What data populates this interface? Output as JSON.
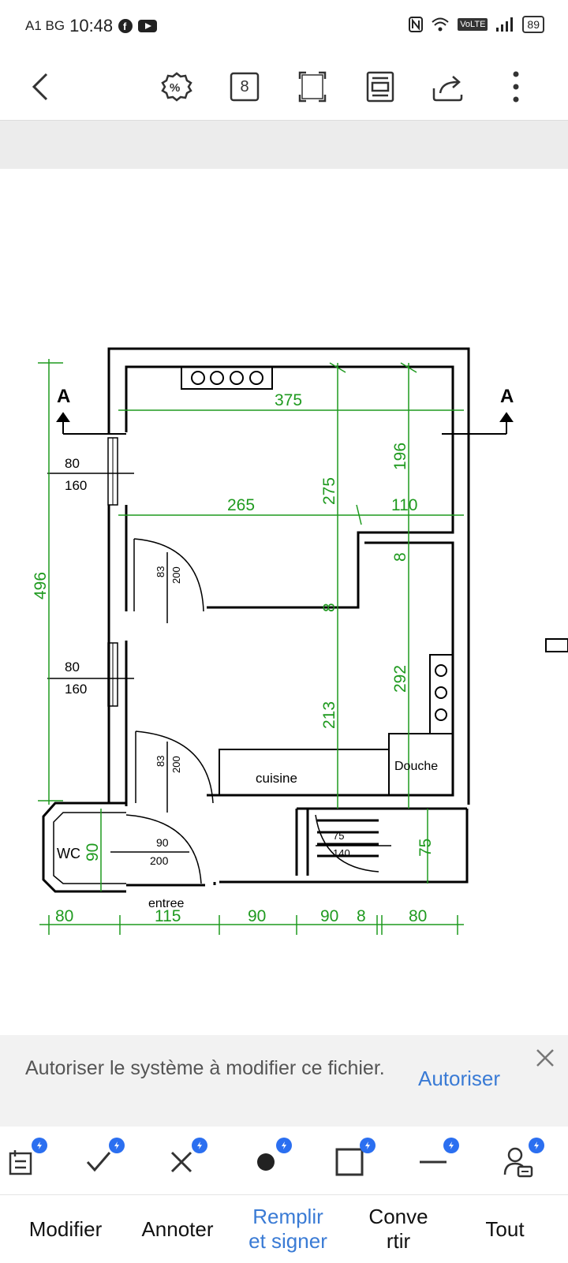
{
  "status_bar": {
    "carrier": "A1 BG",
    "time": "10:48",
    "network": "VoLTE",
    "battery": "89"
  },
  "toolbar": {
    "icons": [
      "back-icon",
      "discount-icon",
      "page-count-icon",
      "fullscreen-icon",
      "layout-icon",
      "share-icon",
      "more-icon"
    ],
    "page_count": "8"
  },
  "floorplan": {
    "section_left": "A",
    "section_right": "A",
    "dims": {
      "d375": "375",
      "d196": "196",
      "d265": "265",
      "d110": "110",
      "d275": "275",
      "d496": "496",
      "d8a": "8",
      "d8b": "8",
      "d292": "292",
      "d213": "213",
      "d75v": "75",
      "d90v": "90",
      "b80a": "80",
      "b115": "115",
      "b90a": "90",
      "b90b": "90",
      "b8": "8",
      "b80b": "80"
    },
    "windows": [
      {
        "top": "80",
        "bottom": "160"
      },
      {
        "top": "80",
        "bottom": "160"
      }
    ],
    "doors": [
      {
        "width": "83",
        "height": "200"
      },
      {
        "width": "83",
        "height": "200"
      },
      {
        "width": "90",
        "height": "200"
      },
      {
        "width": "75",
        "height": "140"
      }
    ],
    "rooms": {
      "kitchen": "cuisine",
      "shower": "Douche",
      "wc": "WC",
      "entrance": "entree"
    }
  },
  "banner": {
    "message": "Autoriser le système à modifier ce fichier.",
    "action": "Autoriser"
  },
  "tools": [
    "form-icon",
    "check-icon",
    "cross-icon",
    "dot-icon",
    "rectangle-icon",
    "line-icon",
    "signature-icon"
  ],
  "tabs": [
    {
      "label": "Modifier",
      "active": false
    },
    {
      "label": "Annoter",
      "active": false
    },
    {
      "label": "Remplir\net signer",
      "active": true
    },
    {
      "label": "Conve\nrtir",
      "active": false
    },
    {
      "label": "Tout",
      "active": false
    }
  ],
  "colors": {
    "accent": "#3a7bd5",
    "dimension": "#1f9a1f",
    "badge": "#2b6ff0",
    "banner_bg": "#f2f2f2"
  }
}
